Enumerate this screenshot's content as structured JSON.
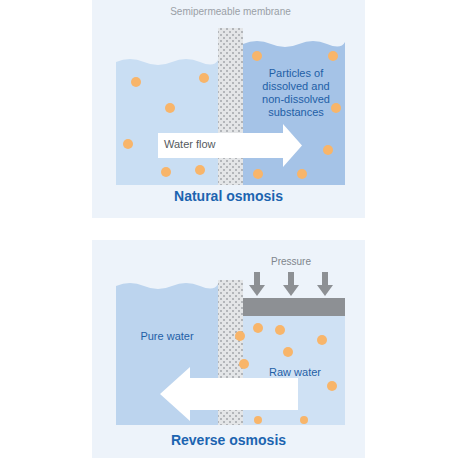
{
  "diagram": {
    "nodes": [
      {
        "text": [
          "Natural osmosis"
        ]
      },
      {
        "text": [
          "Particles of dissolved and non-dissolved substances"
        ],
        "in": 0
      },
      {
        "text": [
          "Water flow"
        ],
        "in": 0
      },
      {
        "text": [
          "Reverse osmosis"
        ]
      },
      {
        "text": [
          "Pure water"
        ],
        "in": 3
      },
      {
        "text": [
          "Raw water"
        ],
        "in": 3
      }
    ],
    "labels": [
      "Semipermeable membrane",
      "Pressure"
    ]
  }
}
